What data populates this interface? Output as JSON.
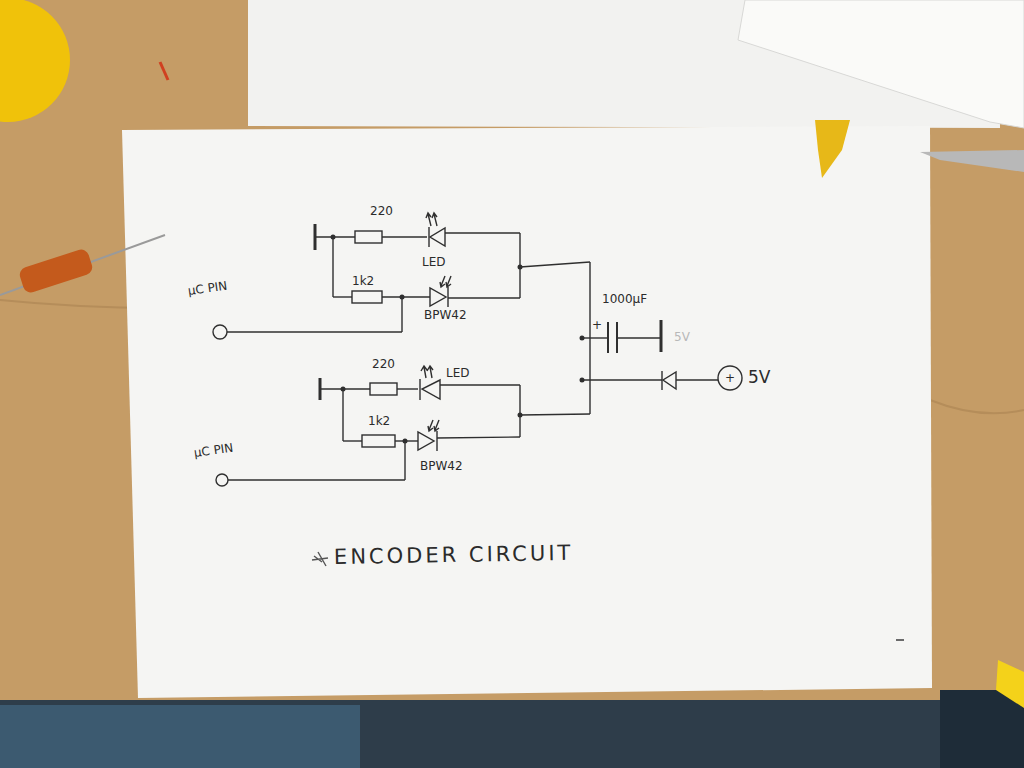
{
  "diagram": {
    "caption": "ENCODER CIRCUIT",
    "labels": [
      "220",
      "LED",
      "1k2",
      "BPW42",
      "µC PIN",
      "1000µF",
      "+",
      "5V",
      "+",
      "5V",
      "220",
      "LED",
      "1k2",
      "BPW42",
      "µC PIN"
    ]
  }
}
